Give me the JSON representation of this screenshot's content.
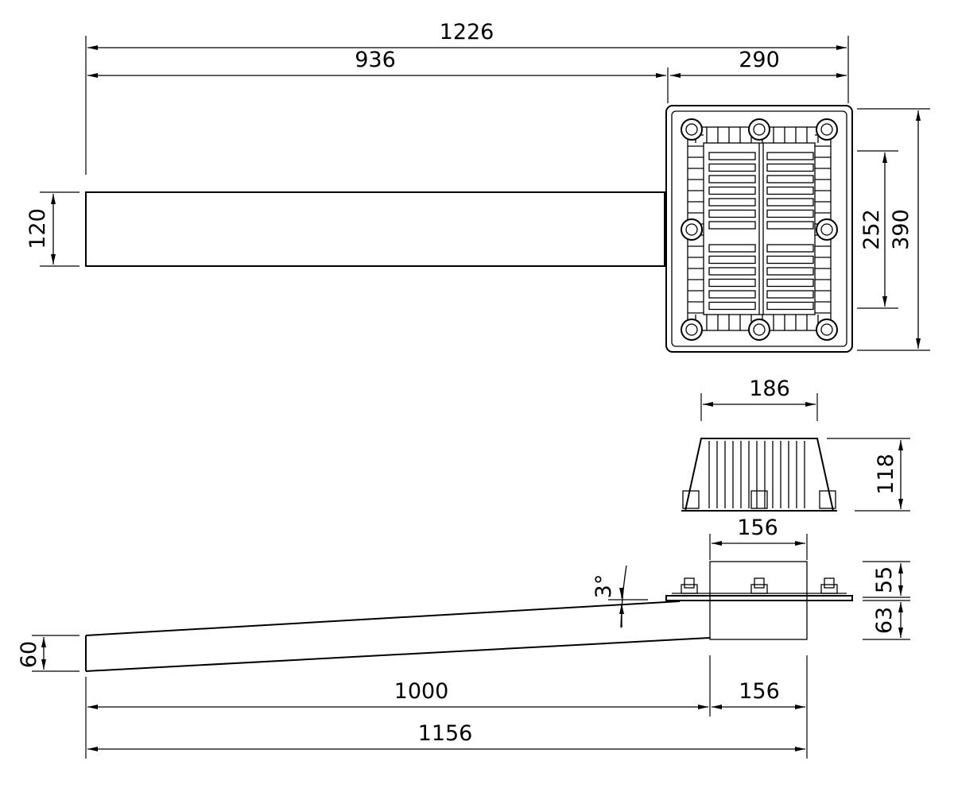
{
  "dimensions": {
    "total_length_top": "1226",
    "channel_length_top": "936",
    "box_width_top": "290",
    "channel_width": "120",
    "grate_inner_height": "252",
    "box_height_top": "390",
    "grate_width": "186",
    "grate_height": "118",
    "box_width_side": "156",
    "upper_height": "55",
    "lower_height": "63",
    "slope_angle": "3°",
    "channel_depth": "60",
    "channel_length_side": "1000",
    "box_width_bottom": "156",
    "total_length_side": "1156"
  }
}
